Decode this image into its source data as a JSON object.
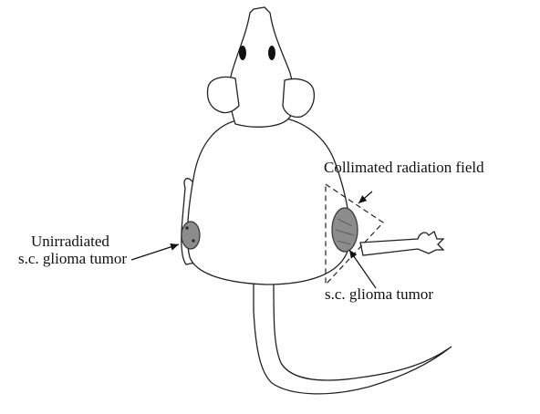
{
  "labels": {
    "collimated_field": "Collimated radiation field",
    "unirradiated_line1": "Unirradiated",
    "unirradiated_line2": "s.c. glioma tumor",
    "irradiated_tumor": "s.c. glioma tumor"
  },
  "colors": {
    "outline": "#222222",
    "tumor_fill": "#8c8c8c",
    "background": "#ffffff"
  }
}
